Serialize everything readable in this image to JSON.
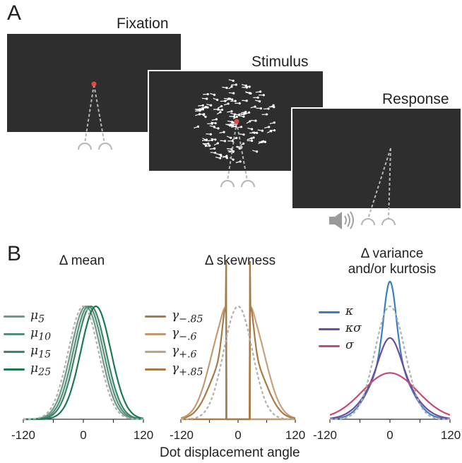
{
  "panel_a": {
    "letter": "A",
    "screens": [
      {
        "title": "Fixation"
      },
      {
        "title": "Stimulus"
      },
      {
        "title": "Response"
      }
    ],
    "icons": [
      "fixation-dot-icon",
      "eye-icon",
      "motion-dot-icon",
      "speaker-icon"
    ]
  },
  "panel_b": {
    "letter": "B",
    "xlabel": "Dot displacement angle",
    "colors": {
      "mean": [
        "#6f9a88",
        "#57907a",
        "#3b8568",
        "#1b7a52"
      ],
      "skew": [
        "#a87a45",
        "#c29a72",
        "#c7a07c",
        "#a87a45"
      ],
      "var": [
        "#3c7fbf",
        "#6b4e9e",
        "#c94a72"
      ],
      "reference": "#b0b0b0"
    }
  },
  "chart_data": [
    {
      "type": "line",
      "title": "Δ mean",
      "xlim": [
        -120,
        120
      ],
      "xticks": [
        "-120",
        "0",
        "120"
      ],
      "legend": [
        {
          "base": "μ",
          "sub": "5"
        },
        {
          "base": "μ",
          "sub": "10"
        },
        {
          "base": "μ",
          "sub": "15"
        },
        {
          "base": "μ",
          "sub": "25"
        }
      ],
      "series": [
        {
          "name": "μ5",
          "mean": 5,
          "sd": 30
        },
        {
          "name": "μ10",
          "mean": 10,
          "sd": 30
        },
        {
          "name": "μ15",
          "mean": 15,
          "sd": 30
        },
        {
          "name": "μ25",
          "mean": 25,
          "sd": 30
        }
      ],
      "reference": {
        "mean": 0,
        "sd": 30
      }
    },
    {
      "type": "line",
      "title": "Δ skewness",
      "xlim": [
        -120,
        120
      ],
      "xticks": [
        "-120",
        "0",
        "120"
      ],
      "legend": [
        {
          "base": "γ",
          "sub": "−.85"
        },
        {
          "base": "γ",
          "sub": "−.6"
        },
        {
          "base": "γ",
          "sub": "+.6"
        },
        {
          "base": "γ",
          "sub": "+.85"
        }
      ],
      "series": [
        {
          "name": "γ−.85",
          "skew": -0.85
        },
        {
          "name": "γ−.6",
          "skew": -0.6
        },
        {
          "name": "γ+.6",
          "skew": 0.6
        },
        {
          "name": "γ+.85",
          "skew": 0.85
        }
      ],
      "reference": {
        "mean": 0,
        "sd": 30
      }
    },
    {
      "type": "line",
      "title_line1": "Δ variance",
      "title_line2": "and/or kurtosis",
      "xlim": [
        -120,
        120
      ],
      "xticks": [
        "-120",
        "0",
        "120"
      ],
      "legend": [
        {
          "base": "κ",
          "sub": ""
        },
        {
          "base": "κσ",
          "sub": ""
        },
        {
          "base": "σ",
          "sub": ""
        }
      ],
      "series": [
        {
          "name": "κ",
          "peak": 1.22
        },
        {
          "name": "κσ",
          "peak": 0.72
        },
        {
          "name": "σ",
          "peak": 0.41
        }
      ],
      "reference": {
        "mean": 0,
        "sd": 30
      }
    }
  ]
}
